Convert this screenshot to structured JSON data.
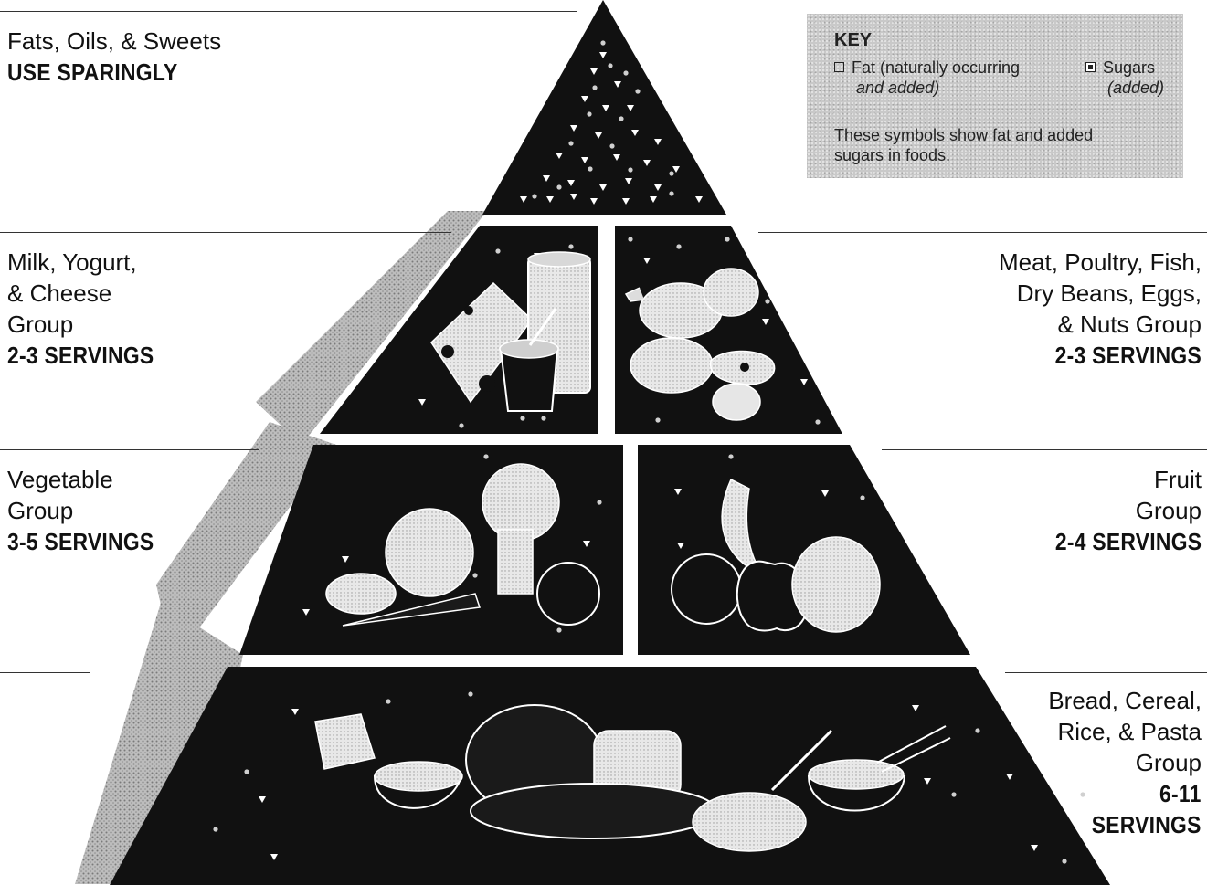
{
  "groups": {
    "fats": {
      "name": "Fats, Oils, & Sweets",
      "servings": "USE SPARINGLY"
    },
    "milk": {
      "name": "Milk, Yogurt,\n& Cheese\nGroup",
      "servings": "2-3 SERVINGS"
    },
    "meat": {
      "name": "Meat, Poultry, Fish,\nDry Beans, Eggs,\n& Nuts Group",
      "servings": "2-3 SERVINGS"
    },
    "vegetable": {
      "name": "Vegetable\nGroup",
      "servings": "3-5 SERVINGS"
    },
    "fruit": {
      "name": "Fruit\nGroup",
      "servings": "2-4 SERVINGS"
    },
    "bread": {
      "name": "Bread, Cereal,\nRice, & Pasta\nGroup",
      "servings": "6-11\nSERVINGS"
    }
  },
  "key": {
    "title": "KEY",
    "fat_label": "Fat (naturally occurring",
    "fat_sub": "and added)",
    "sugar_label": "Sugars",
    "sugar_sub": "(added)",
    "note": "These symbols show fat and added sugars in foods."
  },
  "colors": {
    "tier": "#111111",
    "shade": "#aaaaaa",
    "food": "#e6e6e6",
    "background": "#ffffff"
  },
  "icons": [
    "fat-symbol",
    "sugar-symbol",
    "milk-glass",
    "yogurt-cup",
    "cheese",
    "chicken",
    "steak",
    "egg",
    "nuts",
    "broccoli",
    "cabbage",
    "carrot",
    "potato",
    "tomato",
    "banana",
    "apple",
    "orange",
    "grapes",
    "bread-loaf",
    "cereal-bowl",
    "crackers",
    "pasta",
    "rice-bowl",
    "baguette"
  ]
}
